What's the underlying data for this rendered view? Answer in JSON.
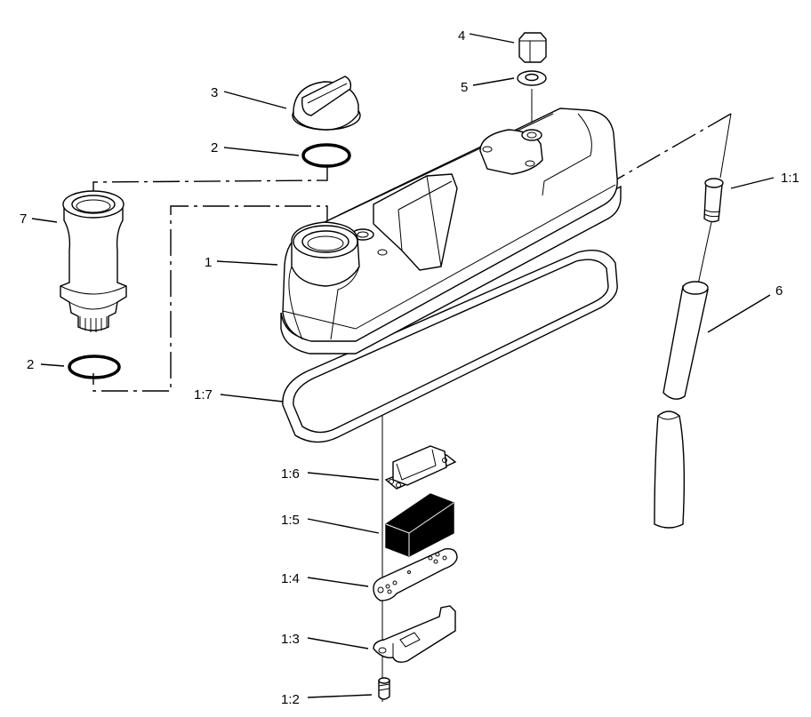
{
  "callouts": {
    "c4": "4",
    "c5": "5",
    "c3": "3",
    "c2_top": "2",
    "c7": "7",
    "c1": "1",
    "c2_bottom": "2",
    "c1_1": "1:1",
    "c6": "6",
    "c1_7": "1:7",
    "c1_6": "1:6",
    "c1_5": "1:5",
    "c1_4": "1:4",
    "c1_3": "1:3",
    "c1_2": "1:2"
  }
}
